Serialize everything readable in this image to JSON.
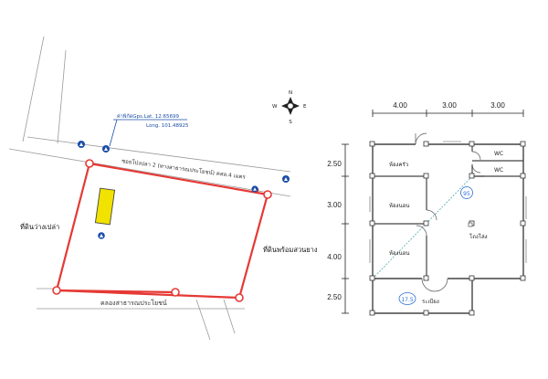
{
  "site_plan": {
    "road_label": "ซอยโป่งปลา 2 (ทางสาธารณประโยชน์) คสล.4 เมตร",
    "gps": {
      "line1": "ค่าพิกัดGps.Lat. 12.65699",
      "line2": "Long. 101.48925"
    },
    "west_label": "ที่ดินว่างเปล่า",
    "east_label": "ที่ดินพร้อมสวนยาง",
    "south_label": "คลองสาธารณประโยชน์",
    "plot_color": "#e53935",
    "building_color": "#f2e200",
    "gps_color": "#1a4ea8"
  },
  "compass": {
    "n": "N",
    "e": "E",
    "s": "S",
    "w": "W"
  },
  "floor_plan": {
    "top_dims": [
      "4.00",
      "3.00",
      "3.00"
    ],
    "left_dims": [
      "2.50",
      "3.00",
      "4.00",
      "2.50"
    ],
    "rooms": {
      "kitchen": "ห้องครัว",
      "wc1": "WC",
      "wc2": "WC",
      "bedroom1": "ห้องนอน",
      "bedroom2": "ห้องนอน",
      "hall": "โถงโล่ง",
      "porch": "ระเบียง"
    },
    "badges": {
      "b1": "95",
      "b2": "17.5"
    },
    "badge_color": "#2a6fd6"
  }
}
